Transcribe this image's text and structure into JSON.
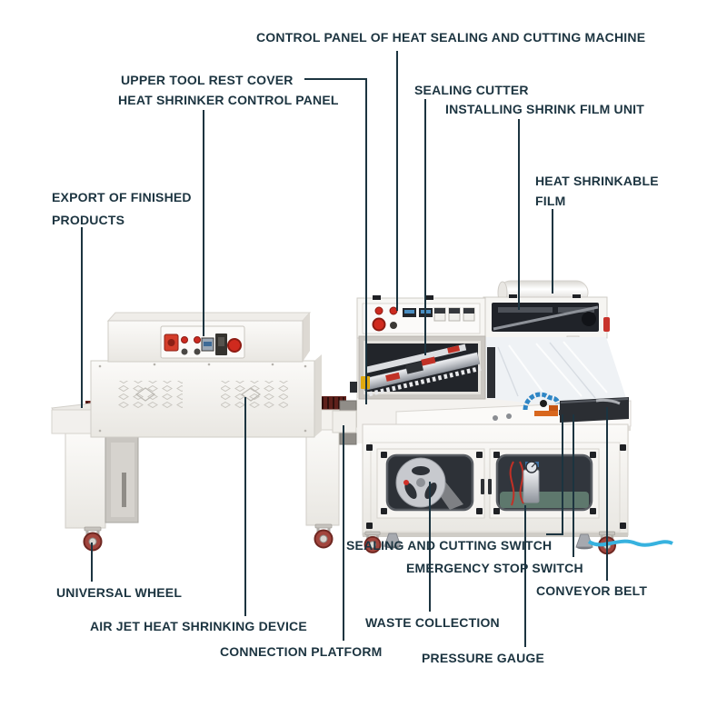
{
  "diagram": {
    "subject": "Heat sealing, cutting and shrink packaging machine — labeled parts diagram",
    "labels": {
      "control_panel_sealing": "CONTROL PANEL OF HEAT SEALING AND CUTTING MACHINE",
      "upper_tool_rest_cover": "UPPER TOOL REST COVER",
      "heat_shrinker_control_panel": "HEAT SHRINKER CONTROL PANEL",
      "sealing_cutter": "SEALING CUTTER",
      "installing_shrink_film_unit": "INSTALLING SHRINK FILM UNIT",
      "heat_shrinkable_film": "HEAT SHRINKABLE FILM",
      "export_of_finished_products": "EXPORT OF FINISHED PRODUCTS",
      "universal_wheel": "UNIVERSAL WHEEL",
      "air_jet_heat_shrinking_device": "AIR JET HEAT SHRINKING DEVICE",
      "connection_platform": "CONNECTION PLATFORM",
      "sealing_and_cutting_switch": "SEALING AND CUTTING SWITCH",
      "emergency_stop_switch": "EMERGENCY STOP SWITCH",
      "conveyor_belt": "CONVEYOR BELT",
      "waste_collection": "WASTE COLLECTION",
      "pressure_gauge": "PRESSURE GAUGE"
    },
    "colors": {
      "label_text": "#1c3440",
      "leader_line": "#1c3440",
      "machine_body": "#f4f2ef",
      "dark_window": "#2c3036",
      "accent_red": "#cc2a20",
      "hose_blue": "#37b2df",
      "caster_wheel_red": "#a2453d"
    }
  }
}
